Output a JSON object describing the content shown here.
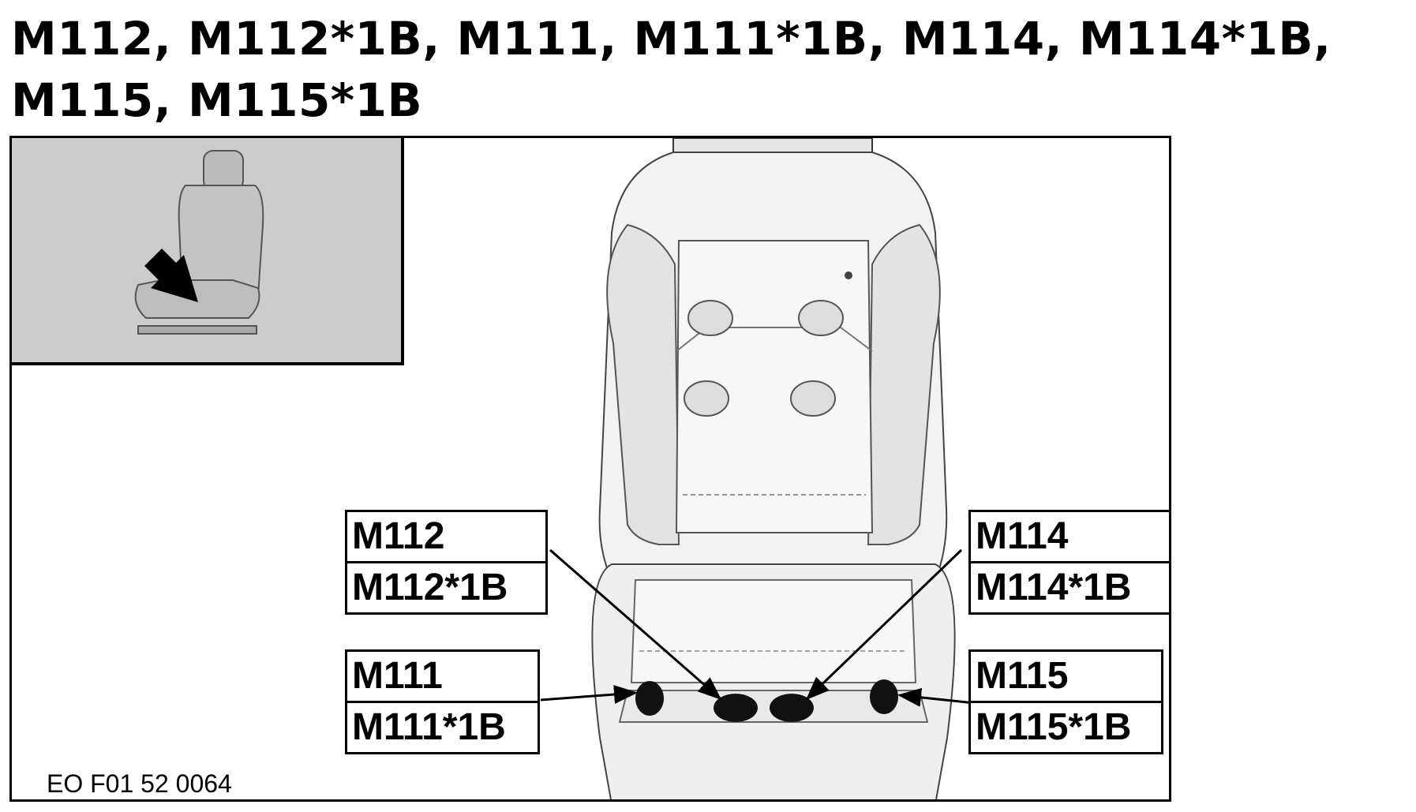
{
  "title": "M112, M112*1B, M111, M111*1B, M114, M114*1B, M115, M115*1B",
  "figure_code": "EO F01 52 0064",
  "callouts": {
    "m112": {
      "line1": "M112",
      "line2": "M112*1B"
    },
    "m114": {
      "line1": "M114",
      "line2": "M114*1B"
    },
    "m111": {
      "line1": "M111",
      "line2": "M111*1B"
    },
    "m115": {
      "line1": "M115",
      "line2": "M115*1B"
    }
  },
  "colors": {
    "inset_background": "#cccccc",
    "seat_fill": "#f2f2f2",
    "outline": "#000000"
  }
}
